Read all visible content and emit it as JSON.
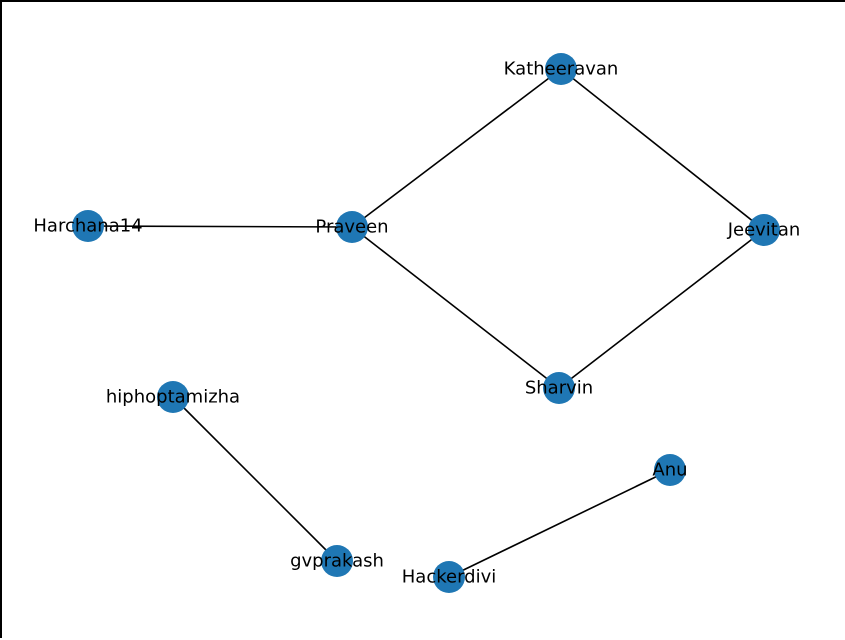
{
  "graph": {
    "node_color": "#1f77b4",
    "edge_color": "#000000",
    "nodes": [
      {
        "id": "katheeravan",
        "label": "Katheeravan"
      },
      {
        "id": "harchana14",
        "label": "Harchana14"
      },
      {
        "id": "praveen",
        "label": "Praveen"
      },
      {
        "id": "jeevitan",
        "label": "Jeevitan"
      },
      {
        "id": "sharvin",
        "label": "Sharvin"
      },
      {
        "id": "hiphoptamizha",
        "label": "hiphoptamizha"
      },
      {
        "id": "anu",
        "label": "Anu"
      },
      {
        "id": "gvprakash",
        "label": "gvprakash"
      },
      {
        "id": "hackerdivi",
        "label": "Hackerdivi"
      }
    ],
    "edges": [
      {
        "source": "harchana14",
        "target": "praveen"
      },
      {
        "source": "praveen",
        "target": "katheeravan"
      },
      {
        "source": "praveen",
        "target": "sharvin"
      },
      {
        "source": "katheeravan",
        "target": "jeevitan"
      },
      {
        "source": "jeevitan",
        "target": "sharvin"
      },
      {
        "source": "hiphoptamizha",
        "target": "gvprakash"
      },
      {
        "source": "hackerdivi",
        "target": "anu"
      }
    ]
  }
}
